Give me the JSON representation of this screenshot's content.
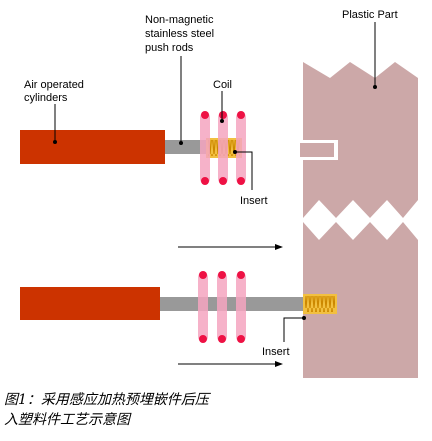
{
  "labels": {
    "air_cylinders_line1": "Air operated",
    "air_cylinders_line2": "cylinders",
    "push_rods_line1": "Non-magnetic",
    "push_rods_line2": "stainless steel",
    "push_rods_line3": "push rods",
    "coil": "Coil",
    "plastic_part": "Plastic Part",
    "insert_top": "Insert",
    "insert_bottom": "Insert"
  },
  "caption": {
    "line1": "图1：采用感应加热预埋嵌件后压",
    "line2": "入塑料件工艺示意图"
  },
  "colors": {
    "cylinder": "#cc3300",
    "push_rod": "#999999",
    "coil_tube": "#f5a5c0",
    "coil_dot": "#ee1144",
    "insert_fill": "#f2c040",
    "insert_thread": "#cc8800",
    "plastic_part": "#cca8a8",
    "arrow": "#000000"
  }
}
